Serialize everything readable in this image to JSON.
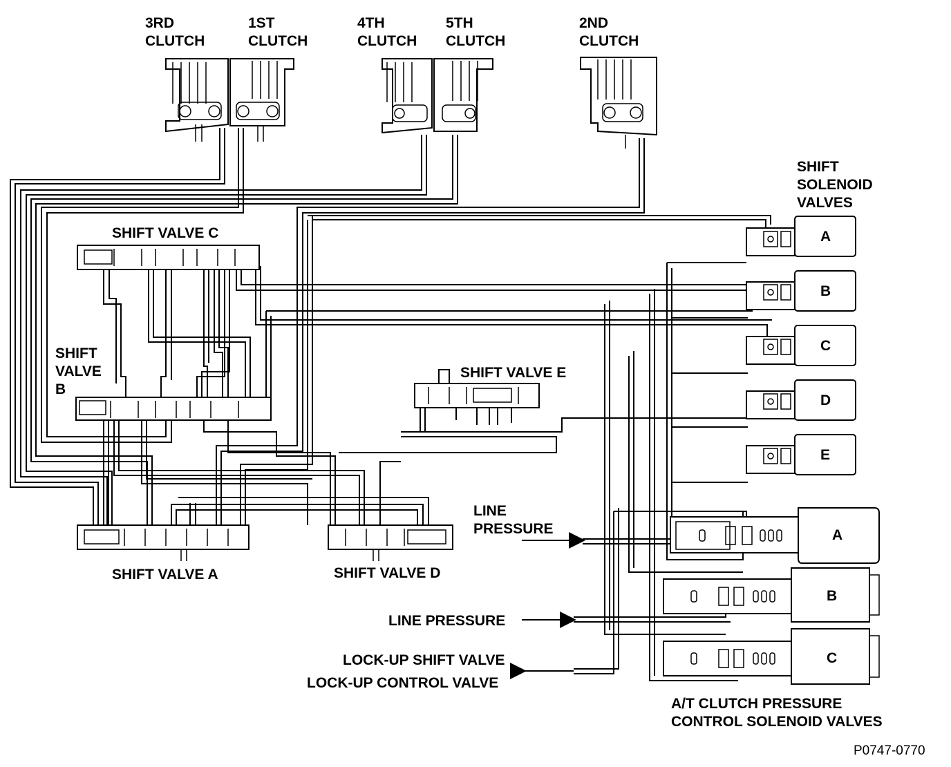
{
  "clutches": {
    "third": [
      "3RD",
      "CLUTCH"
    ],
    "first": [
      "1ST",
      "CLUTCH"
    ],
    "fourth": [
      "4TH",
      "CLUTCH"
    ],
    "fifth": [
      "5TH",
      "CLUTCH"
    ],
    "second": [
      "2ND",
      "CLUTCH"
    ]
  },
  "shift_valves": {
    "a": "SHIFT VALVE A",
    "b": [
      "SHIFT",
      "VALVE",
      "B"
    ],
    "c": "SHIFT VALVE C",
    "d": "SHIFT VALVE D",
    "e": "SHIFT VALVE E"
  },
  "shift_solenoids": {
    "title": [
      "SHIFT",
      "SOLENOID",
      "VALVES"
    ],
    "letters": [
      "A",
      "B",
      "C",
      "D",
      "E"
    ]
  },
  "clutch_pressure_solenoids": {
    "title": [
      "A/T CLUTCH PRESSURE",
      "CONTROL SOLENOID VALVES"
    ],
    "letters": [
      "A",
      "B",
      "C"
    ]
  },
  "line_pressure_1": [
    "LINE",
    "PRESSURE"
  ],
  "line_pressure_2": "LINE PRESSURE",
  "lockup": {
    "shift_valve": "LOCK-UP SHIFT VALVE",
    "control_valve": "LOCK-UP CONTROL VALVE"
  },
  "figure_code": "P0747-0770"
}
